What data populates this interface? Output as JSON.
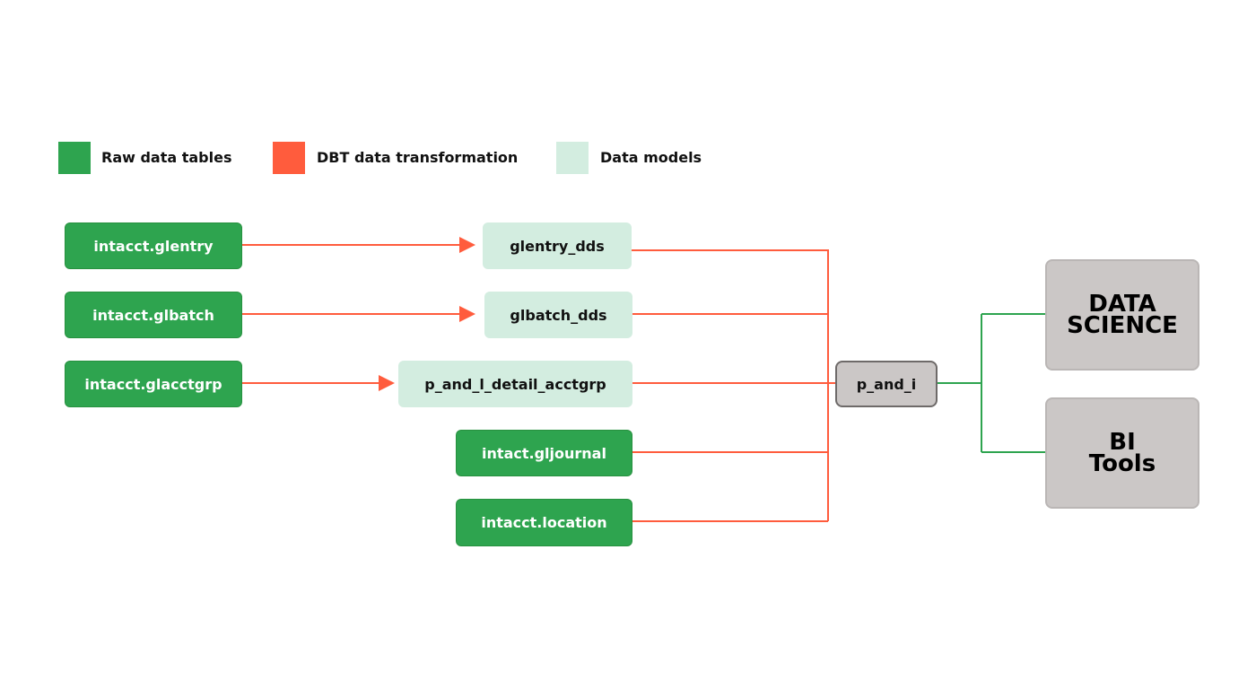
{
  "colors": {
    "raw": "#2ea44f",
    "transform": "#ff5c3d",
    "model": "#d3ede0",
    "hub": "#cbc7c6",
    "consumer_link": "#2ea44f"
  },
  "legend": {
    "raw_label": "Raw data tables",
    "transform_label": "DBT data transformation",
    "model_label": "Data models"
  },
  "raw_tables": {
    "glentry": "intacct.glentry",
    "glbatch": "intacct.glbatch",
    "glacctgrp": "intacct.glacctgrp"
  },
  "models": {
    "glentry_dds": "glentry_dds",
    "glbatch_dds": "glbatch_dds",
    "p_and_l_detail": "p_and_l_detail_acctgrp"
  },
  "direct_tables": {
    "gljournal": "intact.gljournal",
    "location": "intacct.location"
  },
  "hub": {
    "label": "p_and_i"
  },
  "consumers": {
    "data_science": {
      "line1": "DATA",
      "line2": "SCIENCE"
    },
    "bi_tools": {
      "line1": "BI",
      "line2": "Tools"
    }
  }
}
